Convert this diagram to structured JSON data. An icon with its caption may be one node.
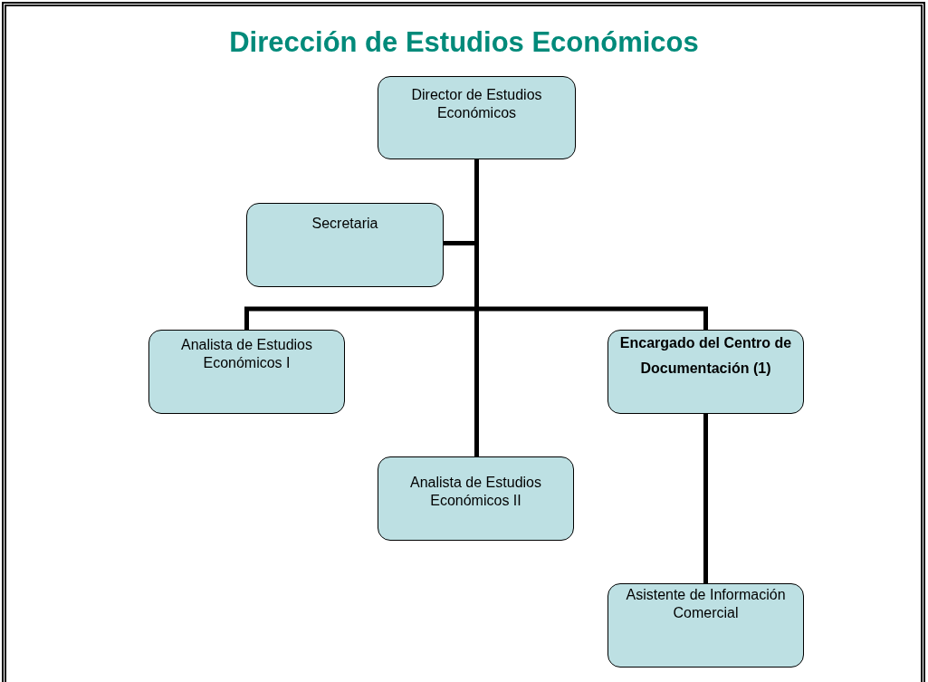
{
  "diagram": {
    "title": "Dirección de Estudios Económicos",
    "nodes": [
      {
        "text": [
          "Director de Estudios Económicos"
        ]
      },
      {
        "text": [
          "Secretaria"
        ]
      },
      {
        "text": [
          "Analista de Estudios Económicos I"
        ]
      },
      {
        "text": [
          "Encargado del Centro de Documentación (1)"
        ]
      },
      {
        "text": [
          "Analista de Estudios Económicos II"
        ]
      },
      {
        "text": [
          "Asistente de Información Comercial"
        ]
      }
    ],
    "edges": [
      {
        "from": 0,
        "to": 1,
        "arrow": "none"
      },
      {
        "from": 0,
        "to": 2,
        "arrow": "none"
      },
      {
        "from": 0,
        "to": 3,
        "arrow": "none"
      },
      {
        "from": 0,
        "to": 4,
        "arrow": "none"
      },
      {
        "from": 3,
        "to": 5,
        "arrow": "none"
      }
    ]
  }
}
